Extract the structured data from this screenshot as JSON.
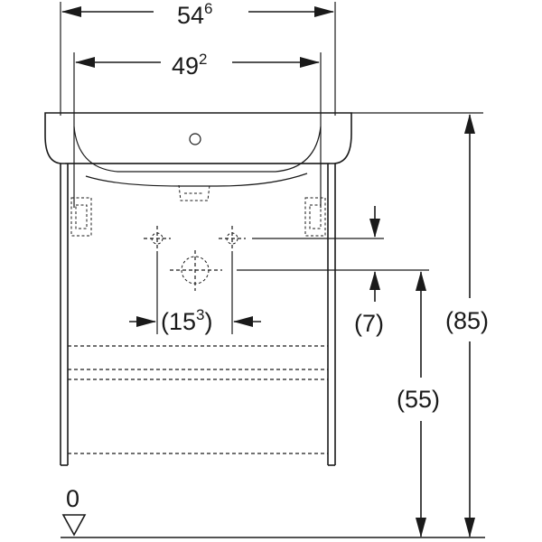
{
  "dimensions": {
    "overall_width": {
      "main": "54",
      "sup": "6"
    },
    "cabinet_width": {
      "main": "49",
      "sup": "2"
    },
    "drain_spacing": {
      "pre": "(15",
      "sup": "3",
      "post": ")"
    },
    "drain_offset": "(7)",
    "total_height": "(85)",
    "drain_height": "(55)",
    "floor_reference": "0"
  }
}
